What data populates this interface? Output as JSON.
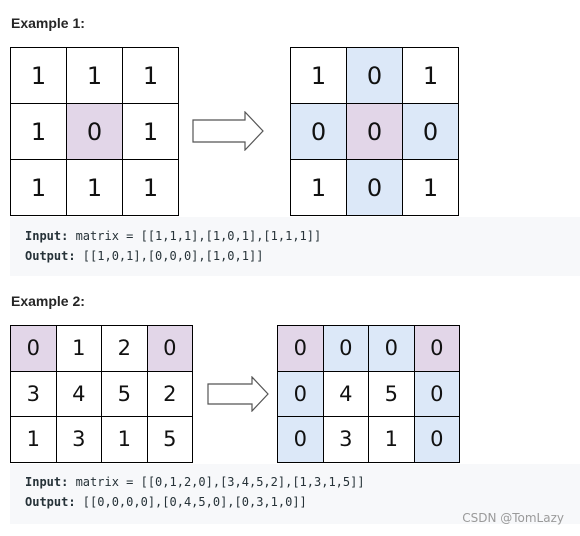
{
  "colors": {
    "pink": "#e2d6e8",
    "blue": "#dce8f8",
    "white": "#ffffff"
  },
  "example1": {
    "heading": "Example 1:",
    "input_grid": [
      [
        {
          "v": "1",
          "c": "white"
        },
        {
          "v": "1",
          "c": "white"
        },
        {
          "v": "1",
          "c": "white"
        }
      ],
      [
        {
          "v": "1",
          "c": "white"
        },
        {
          "v": "0",
          "c": "pink"
        },
        {
          "v": "1",
          "c": "white"
        }
      ],
      [
        {
          "v": "1",
          "c": "white"
        },
        {
          "v": "1",
          "c": "white"
        },
        {
          "v": "1",
          "c": "white"
        }
      ]
    ],
    "output_grid": [
      [
        {
          "v": "1",
          "c": "white"
        },
        {
          "v": "0",
          "c": "blue"
        },
        {
          "v": "1",
          "c": "white"
        }
      ],
      [
        {
          "v": "0",
          "c": "blue"
        },
        {
          "v": "0",
          "c": "pink"
        },
        {
          "v": "0",
          "c": "blue"
        }
      ],
      [
        {
          "v": "1",
          "c": "white"
        },
        {
          "v": "0",
          "c": "blue"
        },
        {
          "v": "1",
          "c": "white"
        }
      ]
    ],
    "input_label": "Input:",
    "input_text": " matrix = [[1,1,1],[1,0,1],[1,1,1]]",
    "output_label": "Output:",
    "output_text": " [[1,0,1],[0,0,0],[1,0,1]]"
  },
  "example2": {
    "heading": "Example 2:",
    "input_grid": [
      [
        {
          "v": "0",
          "c": "pink"
        },
        {
          "v": "1",
          "c": "white"
        },
        {
          "v": "2",
          "c": "white"
        },
        {
          "v": "0",
          "c": "pink"
        }
      ],
      [
        {
          "v": "3",
          "c": "white"
        },
        {
          "v": "4",
          "c": "white"
        },
        {
          "v": "5",
          "c": "white"
        },
        {
          "v": "2",
          "c": "white"
        }
      ],
      [
        {
          "v": "1",
          "c": "white"
        },
        {
          "v": "3",
          "c": "white"
        },
        {
          "v": "1",
          "c": "white"
        },
        {
          "v": "5",
          "c": "white"
        }
      ]
    ],
    "output_grid": [
      [
        {
          "v": "0",
          "c": "pink"
        },
        {
          "v": "0",
          "c": "blue"
        },
        {
          "v": "0",
          "c": "blue"
        },
        {
          "v": "0",
          "c": "pink"
        }
      ],
      [
        {
          "v": "0",
          "c": "blue"
        },
        {
          "v": "4",
          "c": "white"
        },
        {
          "v": "5",
          "c": "white"
        },
        {
          "v": "0",
          "c": "blue"
        }
      ],
      [
        {
          "v": "0",
          "c": "blue"
        },
        {
          "v": "3",
          "c": "white"
        },
        {
          "v": "1",
          "c": "white"
        },
        {
          "v": "0",
          "c": "blue"
        }
      ]
    ],
    "input_label": "Input:",
    "input_text": " matrix = [[0,1,2,0],[3,4,5,2],[1,3,1,5]]",
    "output_label": "Output:",
    "output_text": " [[0,0,0,0],[0,4,5,0],[0,3,1,0]]"
  },
  "watermark": "CSDN @TomLazy"
}
